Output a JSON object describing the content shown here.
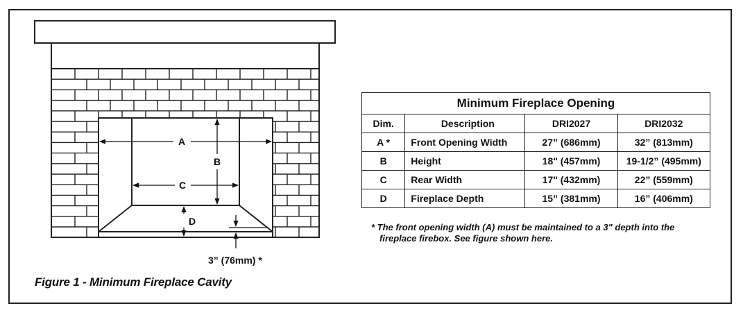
{
  "figure": {
    "caption": "Figure 1 - Minimum Fireplace Cavity",
    "labels": {
      "a": "A",
      "b": "B",
      "c": "C",
      "d": "D"
    },
    "depth_note": "3” (76mm) *"
  },
  "table": {
    "title": "Minimum Fireplace Opening",
    "headers": {
      "dim": "Dim.",
      "description": "Description",
      "model1": "DRI2027",
      "model2": "DRI2032"
    },
    "rows": [
      {
        "dim": "A *",
        "description": "Front Opening Width",
        "model1": "27” (686mm)",
        "model2": "32” (813mm)"
      },
      {
        "dim": "B",
        "description": "Height",
        "model1": "18\" (457mm)",
        "model2": "19-1/2” (495mm)"
      },
      {
        "dim": "C",
        "description": "Rear Width",
        "model1": "17\" (432mm)",
        "model2": "22” (559mm)"
      },
      {
        "dim": "D",
        "description": "Fireplace Depth",
        "model1": "15” (381mm)",
        "model2": "16” (406mm)"
      }
    ]
  },
  "footnote": {
    "line1": "*  The front opening width (A) must be maintained to a 3\" depth into the",
    "line2": "fireplace firebox. See figure shown here."
  }
}
